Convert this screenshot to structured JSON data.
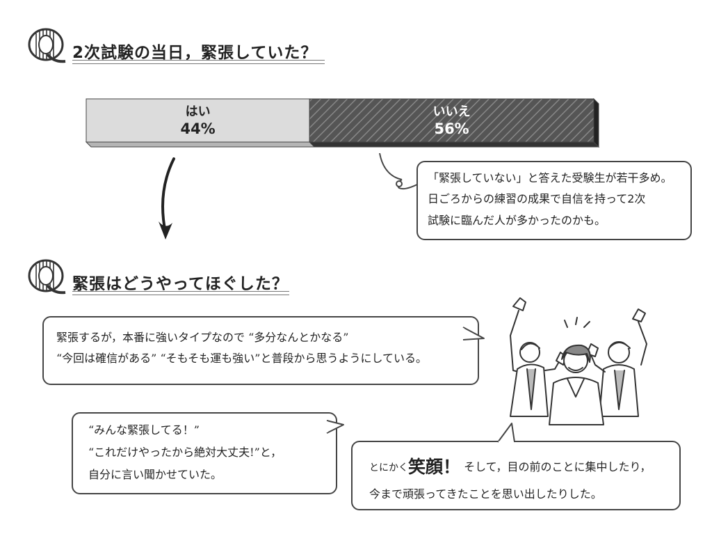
{
  "q1": {
    "badge": "Q",
    "title": "2次試験の当日，緊張していた？"
  },
  "q2": {
    "badge": "Q",
    "title": "緊張はどうやってほぐした？"
  },
  "chart_data": {
    "type": "bar",
    "orientation": "horizontal-stacked",
    "categories": [
      "はい",
      "いいえ"
    ],
    "values": [
      44,
      56
    ],
    "value_labels": [
      "44%",
      "56%"
    ],
    "unit": "%",
    "title": "2次試験の当日，緊張していた？",
    "colors": {
      "はい": "#dcdcdc",
      "いいえ": "#555555"
    },
    "xlim": [
      0,
      100
    ]
  },
  "comment": {
    "lines": [
      "「緊張していない」と答えた受験生が若干多め。",
      "日ごろからの練習の成果で自信を持って2次",
      "試験に臨んだ人が多かったのかも。"
    ]
  },
  "answers": {
    "a1": {
      "lines": [
        "緊張するが，本番に強いタイプなので “多分なんとかなる”",
        "“今回は確信がある” “そもそも運も強い”と普段から思うようにしている。"
      ]
    },
    "a2": {
      "lines": [
        "“みんな緊張してる！”",
        "“これだけやったから絶対大丈夫!”と，",
        "自分に言い聞かせていた。"
      ]
    },
    "a3": {
      "prefix": "とにかく",
      "emph": "笑顔！",
      "line1_rest": " そして，目の前のことに集中したり，",
      "line2": "今まで頑張ってきたことを思い出したりした。"
    }
  },
  "colors": {
    "line": "#444444",
    "light_bar": "#dcdcdc",
    "dark_bar": "#555555"
  }
}
